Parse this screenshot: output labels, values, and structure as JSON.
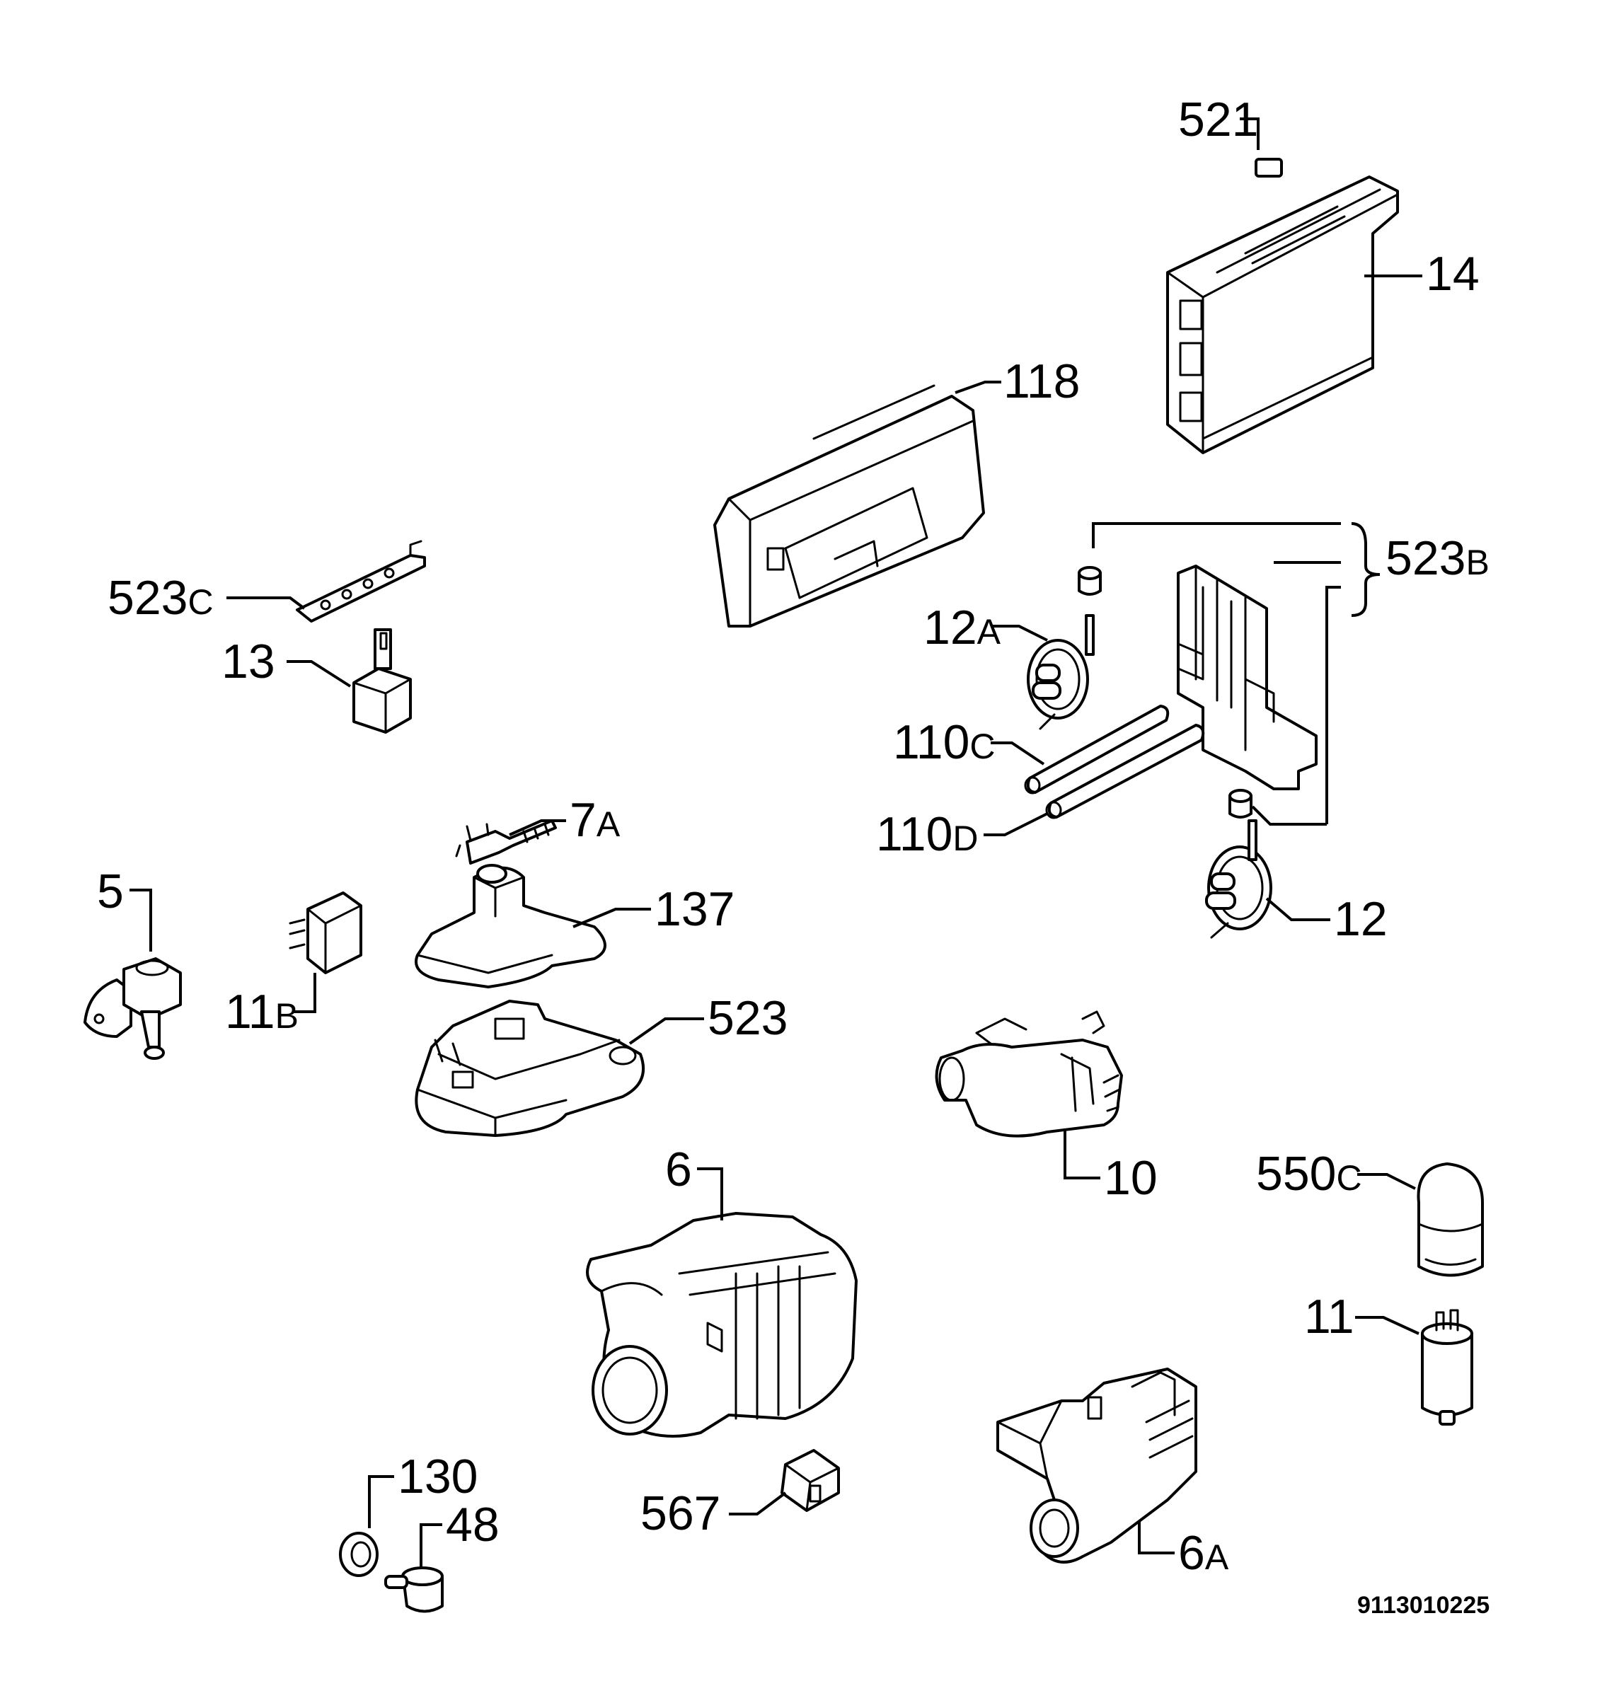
{
  "labels": {
    "l521": "521",
    "l14": "14",
    "l118": "118",
    "l523b_num": "523",
    "l523b_sfx": "B",
    "l523c_num": "523",
    "l523c_sfx": "C",
    "l12a_num": "12",
    "l12a_sfx": "A",
    "l13": "13",
    "l110c_num": "110",
    "l110c_sfx": "C",
    "l110d_num": "110",
    "l110d_sfx": "D",
    "l7a_num": "7",
    "l7a_sfx": "A",
    "l5": "5",
    "l137": "137",
    "l12": "12",
    "l11b_num": "11",
    "l11b_sfx": "B",
    "l523": "523",
    "l6": "6",
    "l10": "10",
    "l550c_num": "550",
    "l550c_sfx": "C",
    "l11": "11",
    "l130": "130",
    "l48": "48",
    "l567": "567",
    "l6a_num": "6",
    "l6a_sfx": "A"
  },
  "diagram_code": "9113010225"
}
